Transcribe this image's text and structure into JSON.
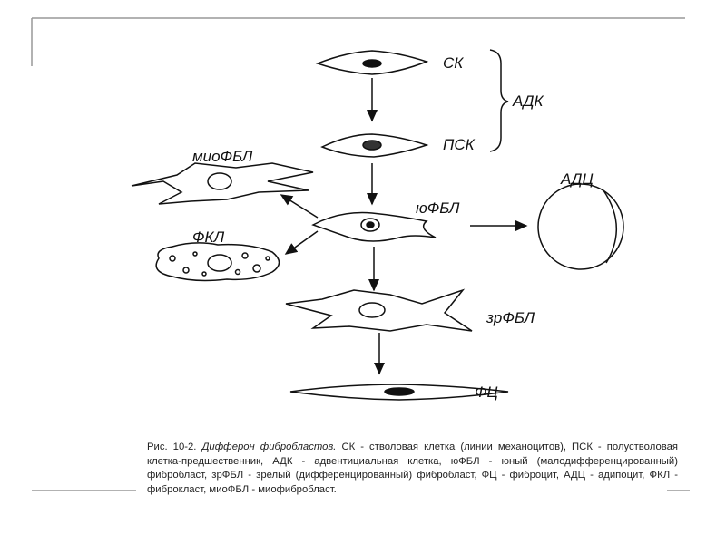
{
  "labels": {
    "sk": "СК",
    "psk": "ПСК",
    "adk": "АДК",
    "yufbl": "юФБЛ",
    "adc": "АДЦ",
    "miofbl": "миоФБЛ",
    "fkl": "ФКЛ",
    "zrfbl": "зрФБЛ",
    "fc": "ФЦ"
  },
  "caption": {
    "prefix": "Рис. 10-2. ",
    "title": "Дифферон фибробластов.",
    "body": " СК - стволовая клетка (линии механоцитов), ПСК - полустволовая клетка-предшественник, АДК - адвентициальная клетка, юФБЛ - юный (малодифференцированный) фибробласт, зрФБЛ - зрелый (дифференцированный) фибробласт, ФЦ - фиброцит, АДЦ - адипоцит, ФКЛ - фиброкласт, миоФБЛ - миофибробласт."
  }
}
